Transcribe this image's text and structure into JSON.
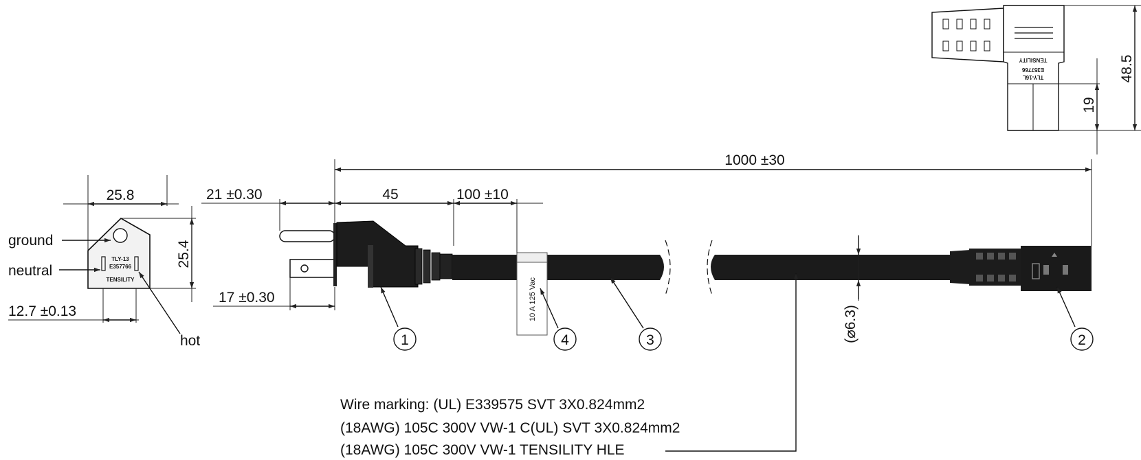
{
  "dimensions": {
    "cable_length": "1000 ±30",
    "face_width": "25.8",
    "face_height": "25.4",
    "pin_spacing": "12.7 ±0.13",
    "ground_pin_length": "21 ±0.30",
    "blade_length": "17 ±0.30",
    "plug_body_length": "45",
    "label_position": "100 ±10",
    "cable_diameter": "(⌀6.3)",
    "connector_height": "48.5",
    "connector_offset": "19"
  },
  "pin_labels": {
    "ground": "ground",
    "neutral": "neutral",
    "hot": "hot"
  },
  "plug_face_text": {
    "model": "TLY-13",
    "cert": "E357766",
    "brand": "TENSILITY"
  },
  "connector_text": {
    "model": "TLY-16L",
    "cert": "E357766",
    "brand": "TENSILITY"
  },
  "cable_label_text": "10 A 125 Vac",
  "callouts": [
    "1",
    "2",
    "3",
    "4"
  ],
  "wire_marking": [
    "Wire marking: (UL) E339575 SVT 3X0.824mm2",
    "(18AWG) 105C 300V VW-1 C(UL) SVT 3X0.824mm2",
    "(18AWG) 105C 300V VW-1 TENSILITY HLE"
  ]
}
